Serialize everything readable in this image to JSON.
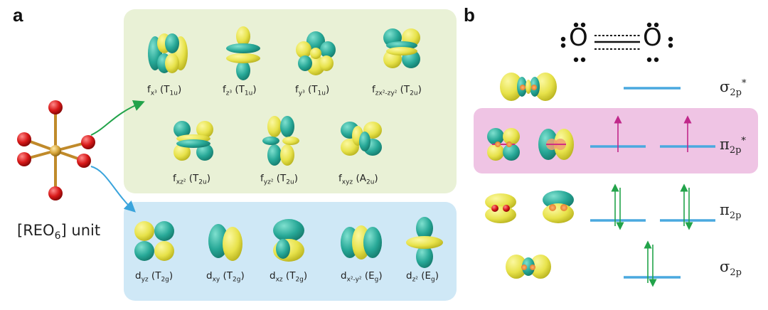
{
  "panels": {
    "a": "a",
    "b": "b"
  },
  "colors": {
    "green_box": "#e9f1d6",
    "blue_box": "#cfe8f6",
    "pink_box": "#efc4e4",
    "lobe_yellow": "#e7e24a",
    "lobe_teal": "#27a897",
    "level_blue": "#4aa9df",
    "arrow_green": "#22a34a",
    "arrow_magenta": "#c0288a",
    "oxygen_red": "#d81818",
    "metal_gold": "#d7a63a"
  },
  "unit_label": {
    "pre": "[REO",
    "sub": "6",
    "post": "] unit"
  },
  "f_orbitals": [
    {
      "main": "f",
      "sub": "x³",
      "sym": "T",
      "symsub": "1u"
    },
    {
      "main": "f",
      "sub": "z³",
      "sym": "T",
      "symsub": "1u"
    },
    {
      "main": "f",
      "sub": "y³",
      "sym": "T",
      "symsub": "1u"
    },
    {
      "main": "f",
      "sub": "zx²-zy²",
      "sym": "T",
      "symsub": "2u"
    },
    {
      "main": "f",
      "sub": "xz²",
      "sym": "T",
      "symsub": "2u"
    },
    {
      "main": "f",
      "sub": "yz²",
      "sym": "T",
      "symsub": "2u"
    },
    {
      "main": "f",
      "sub": "xyz",
      "sym": "A",
      "symsub": "2u"
    }
  ],
  "d_orbitals": [
    {
      "main": "d",
      "sub": "yz",
      "sym": "T",
      "symsub": "2g"
    },
    {
      "main": "d",
      "sub": "xy",
      "sym": "T",
      "symsub": "2g"
    },
    {
      "main": "d",
      "sub": "xz",
      "sym": "T",
      "symsub": "2g"
    },
    {
      "main": "d",
      "sub": "x²-y²",
      "sym": "E",
      "symsub": "g"
    },
    {
      "main": "d",
      "sub": "z²",
      "sym": "E",
      "symsub": "g"
    }
  ],
  "o2_structure": {
    "left_atom": "O",
    "right_atom": "O"
  },
  "mo_levels": [
    {
      "symbol": "σ",
      "sub": "2p",
      "star": "*"
    },
    {
      "symbol": "π",
      "sub": "2p",
      "star": "*"
    },
    {
      "symbol": "π",
      "sub": "2p",
      "star": ""
    },
    {
      "symbol": "σ",
      "sub": "2p",
      "star": ""
    }
  ]
}
